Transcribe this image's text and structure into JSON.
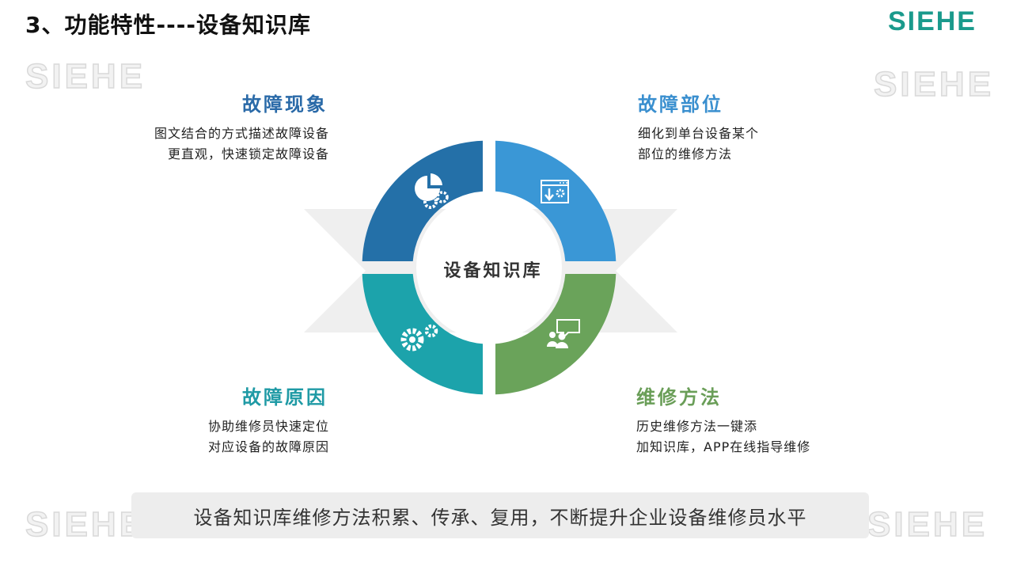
{
  "slide": {
    "title": "3、功能特性----设备知识库",
    "brand": "SIEHE",
    "center_label": "设备知识库",
    "banner": "设备知识库维修方法积累、传承、复用，不断提升企业设备维修员水平"
  },
  "quadrants": {
    "top_left": {
      "heading": "故障现象",
      "lines": [
        "图文结合的方式描述故障设备",
        "更直观，快速锁定故障设备"
      ],
      "icon": "pie-chart-gears-icon",
      "color": "#2470a8"
    },
    "top_right": {
      "heading": "故障部位",
      "lines": [
        "细化到单台设备某个",
        "部位的维修方法"
      ],
      "icon": "window-download-gear-icon",
      "color": "#3a97d6"
    },
    "bottom_left": {
      "heading": "故障原因",
      "lines": [
        "协助维修员快速定位",
        "对应设备的故障原因"
      ],
      "icon": "gears-icon",
      "color": "#1ca3ab"
    },
    "bottom_right": {
      "heading": "维修方法",
      "lines": [
        "历史维修方法一键添",
        "加知识库，APP在线指导维修"
      ],
      "icon": "people-chat-icon",
      "color": "#6aa35a"
    }
  },
  "colors": {
    "background_band": "#efefef"
  }
}
